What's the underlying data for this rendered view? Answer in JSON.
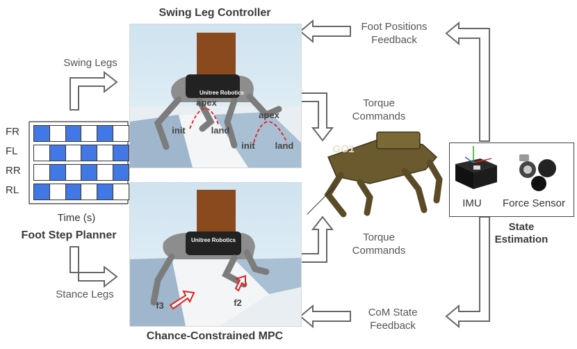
{
  "titles": {
    "swing_controller": "Swing Leg Controller",
    "mpc": "Chance-Constrained MPC",
    "foot_planner": "Foot Step Planner",
    "state_estimation_line1": "State",
    "state_estimation_line2": "Estimation"
  },
  "labels": {
    "swing_legs": "Swing Legs",
    "stance_legs": "Stance Legs",
    "foot_feedback_line1": "Foot Positions",
    "foot_feedback_line2": "Feedback",
    "torque_top_line1": "Torque",
    "torque_top_line2": "Commands",
    "torque_bottom_line1": "Torque",
    "torque_bottom_line2": "Commands",
    "com_feedback_line1": "CoM State",
    "com_feedback_line2": "Feedback",
    "time_axis": "Time (s)",
    "imu": "IMU",
    "force_sensor": "Force Sensor"
  },
  "sim_annotations": {
    "apex_1": "apex",
    "apex_2": "apex",
    "init_1": "init",
    "land_1": "land",
    "init_2": "init",
    "land_2": "land",
    "f3": "f3",
    "f2": "f2",
    "robot_brand": "Unitree Robotics",
    "robot_model": "GO1"
  },
  "gait": {
    "rows": [
      {
        "leg": "FR",
        "pattern": [
          1,
          0,
          1,
          0,
          1,
          0
        ]
      },
      {
        "leg": "FL",
        "pattern": [
          0,
          1,
          0,
          1,
          0,
          1
        ]
      },
      {
        "leg": "RR",
        "pattern": [
          0,
          1,
          0,
          1,
          0,
          1
        ]
      },
      {
        "leg": "RL",
        "pattern": [
          1,
          0,
          1,
          0,
          1,
          0
        ]
      }
    ],
    "on_color": "#4178e6"
  },
  "colors": {
    "arrow_stroke": "#666666",
    "swing_curve": "#e02020",
    "force_arrow": "#e02020",
    "text": "#555555"
  }
}
